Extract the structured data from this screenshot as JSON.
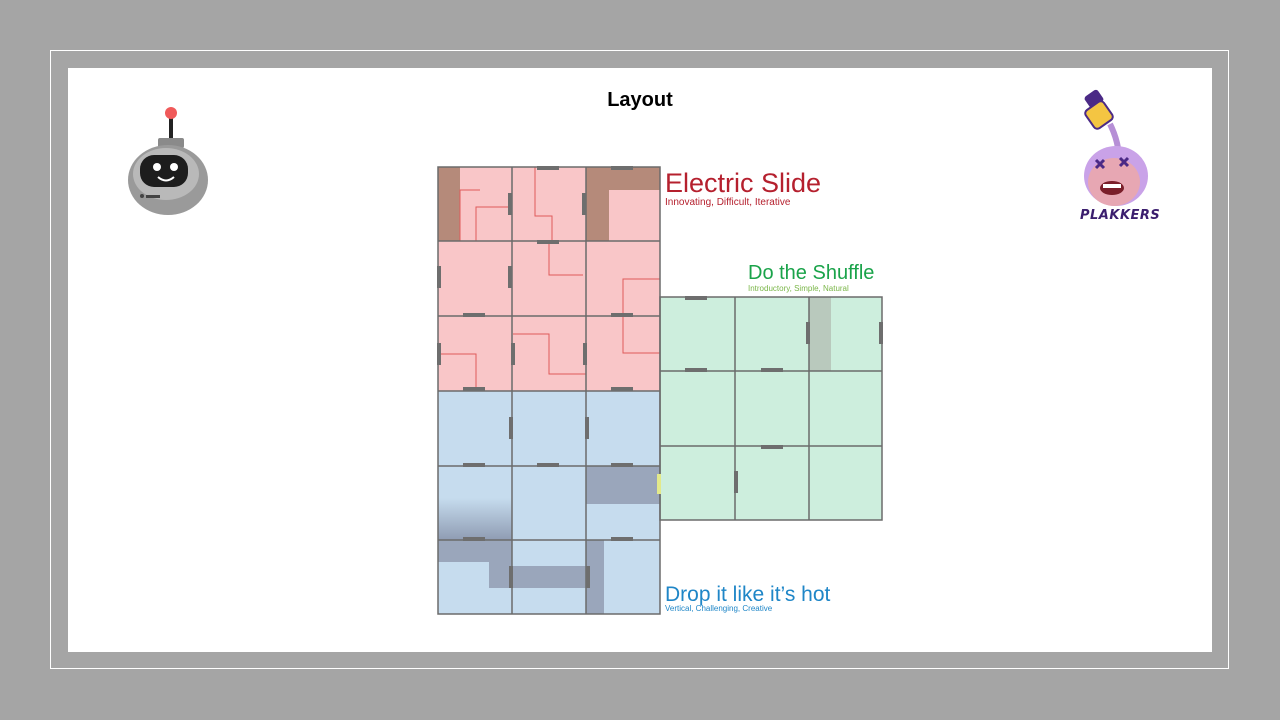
{
  "slide": {
    "title": "Layout"
  },
  "sections": {
    "electric": {
      "title": "Electric Slide",
      "subtitle": "Innovating, Difficult, Iterative",
      "title_color": "#b5202e",
      "subtitle_color": "#b5202e",
      "fill_color": "#f9c6c8"
    },
    "shuffle": {
      "title": "Do the Shuffle",
      "subtitle": "Introductory, Simple, Natural",
      "title_color": "#1aa34a",
      "subtitle_color": "#7ab648",
      "fill_color": "#cdeedd"
    },
    "drop": {
      "title": "Drop it like it’s hot",
      "subtitle": "Vertical, Challenging, Creative",
      "title_color": "#1f86c7",
      "subtitle_color": "#1f86c7",
      "fill_color": "#c6dcee"
    }
  },
  "logos": {
    "robot": "robot-mascot",
    "plakkers_text": "PLAKKERS"
  }
}
